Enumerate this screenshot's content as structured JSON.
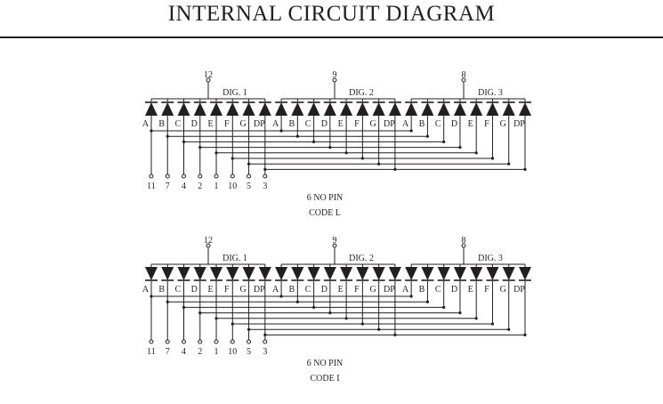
{
  "title": "INTERNAL CIRCUIT DIAGRAM",
  "diagrams": [
    {
      "orientation": "anode-down",
      "digit_labels": [
        "DIG. 1",
        "DIG. 2",
        "DIG. 3"
      ],
      "common_pins": [
        "12",
        "9",
        "8"
      ],
      "segment_labels": [
        "A",
        "B",
        "C",
        "D",
        "E",
        "F",
        "G",
        "DP"
      ],
      "segment_pins": [
        "11",
        "7",
        "4",
        "2",
        "1",
        "10",
        "5",
        "3"
      ],
      "note": "6 NO PIN",
      "code": "CODE L"
    },
    {
      "orientation": "cathode-down",
      "digit_labels": [
        "DIG. 1",
        "DIG. 2",
        "DIG. 3"
      ],
      "common_pins": [
        "12",
        "9",
        "8"
      ],
      "segment_labels": [
        "A",
        "B",
        "C",
        "D",
        "E",
        "F",
        "G",
        "DP"
      ],
      "segment_pins": [
        "11",
        "7",
        "4",
        "2",
        "1",
        "10",
        "5",
        "3"
      ],
      "note": "6 NO PIN",
      "code": "CODE I"
    }
  ]
}
